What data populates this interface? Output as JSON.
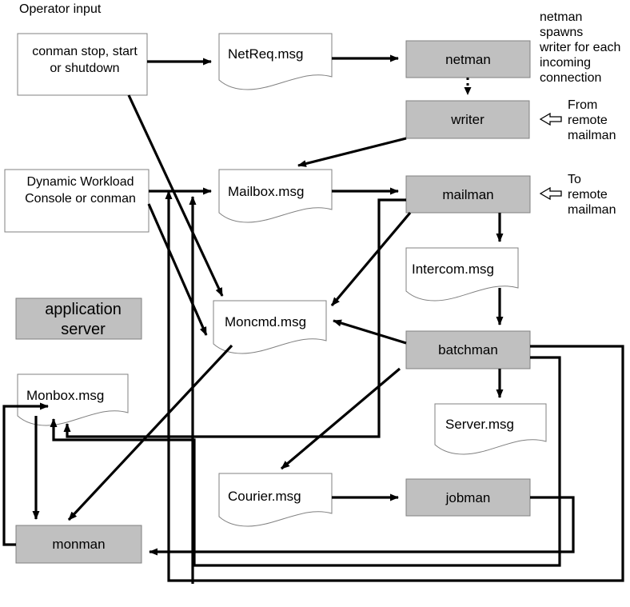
{
  "diagram": {
    "title_label": "Operator input",
    "annotations": [
      {
        "name": "netman-spawn-note",
        "text": "netman spawns\nwriter for each\nincoming\nconnection"
      },
      {
        "name": "from-remote-mailman-note",
        "text": "From\nremote\nmailman"
      },
      {
        "name": "to-remote-mailman-note",
        "text": "To\nremote\nmailman"
      }
    ],
    "legend": {
      "application_server_label": "application\nserver"
    },
    "colors": {
      "process_fill": "#c0c0c0",
      "process_stroke": "#808080",
      "document_fill": "#ffffff",
      "document_stroke": "#808080",
      "input_fill": "#ffffff",
      "input_stroke": "#808080",
      "line": "#000000",
      "background": "#ffffff"
    },
    "nodes": [
      {
        "id": "conman",
        "type": "input",
        "label": "conman stop,\nstart or shutdown"
      },
      {
        "id": "netreq",
        "type": "document",
        "label": "NetReq.msg"
      },
      {
        "id": "netman",
        "type": "process",
        "label": "netman"
      },
      {
        "id": "writer",
        "type": "process",
        "label": "writer"
      },
      {
        "id": "console",
        "type": "input",
        "label": "Dynamic\nWorkload Console\nor conman"
      },
      {
        "id": "mailbox",
        "type": "document",
        "label": "Mailbox.msg"
      },
      {
        "id": "mailman",
        "type": "process",
        "label": "mailman"
      },
      {
        "id": "intercom",
        "type": "document",
        "label": "Intercom.msg"
      },
      {
        "id": "moncmd",
        "type": "document",
        "label": "Moncmd.msg"
      },
      {
        "id": "batchman",
        "type": "process",
        "label": "batchman"
      },
      {
        "id": "server",
        "type": "document",
        "label": "Server.msg"
      },
      {
        "id": "monbox",
        "type": "document",
        "label": "Monbox.msg"
      },
      {
        "id": "courier",
        "type": "document",
        "label": "Courier.msg"
      },
      {
        "id": "jobman",
        "type": "process",
        "label": "jobman"
      },
      {
        "id": "monman",
        "type": "process",
        "label": "monman"
      }
    ],
    "edges": [
      {
        "from": "conman",
        "to": "netreq",
        "style": "solid"
      },
      {
        "from": "netreq",
        "to": "netman",
        "style": "solid"
      },
      {
        "from": "netman",
        "to": "writer",
        "style": "dotted"
      },
      {
        "from": "writer",
        "to": "mailbox",
        "style": "solid"
      },
      {
        "from": "console",
        "to": "mailbox",
        "style": "solid"
      },
      {
        "from": "mailbox",
        "to": "mailman",
        "style": "solid"
      },
      {
        "from": "mailman",
        "to": "intercom",
        "style": "solid"
      },
      {
        "from": "intercom",
        "to": "batchman",
        "style": "solid"
      },
      {
        "from": "conman",
        "to": "moncmd",
        "style": "solid"
      },
      {
        "from": "console",
        "to": "moncmd",
        "style": "solid"
      },
      {
        "from": "mailman",
        "to": "moncmd",
        "style": "solid"
      },
      {
        "from": "batchman",
        "to": "moncmd",
        "style": "solid"
      },
      {
        "from": "batchman",
        "to": "server",
        "style": "solid"
      },
      {
        "from": "batchman",
        "to": "courier",
        "style": "solid"
      },
      {
        "from": "courier",
        "to": "jobman",
        "style": "solid"
      },
      {
        "from": "moncmd",
        "to": "monman",
        "style": "solid"
      },
      {
        "from": "monbox",
        "to": "monman",
        "style": "solid"
      },
      {
        "from": "jobman",
        "to": "monman",
        "style": "solid"
      },
      {
        "from": "batchman",
        "to": "monbox",
        "style": "solid"
      },
      {
        "from": "mailman",
        "to": "monbox",
        "style": "solid"
      },
      {
        "from": "jobman",
        "to": "mailbox",
        "style": "solid"
      },
      {
        "from": "monman",
        "to": "mailbox",
        "style": "solid"
      }
    ]
  }
}
